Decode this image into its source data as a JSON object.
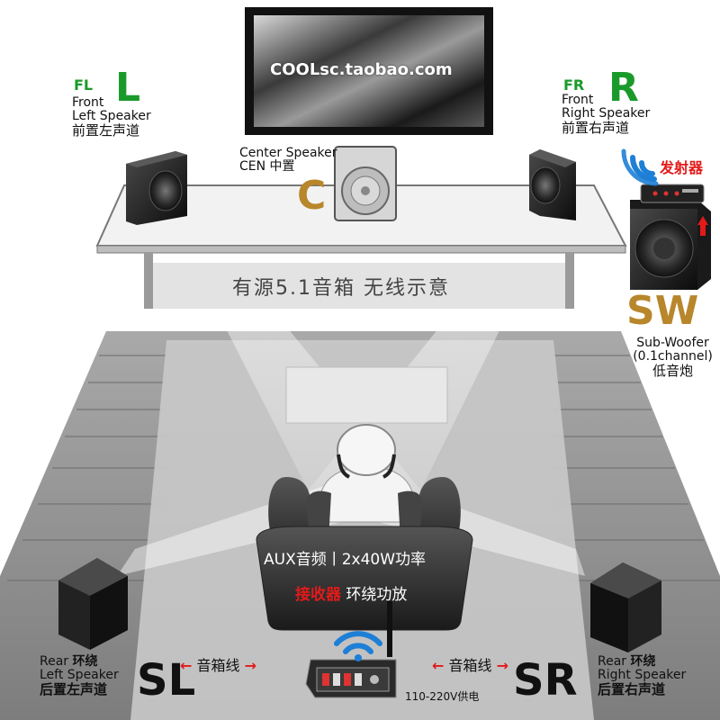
{
  "tv": {
    "screen_text": "COOLsc.taobao.com"
  },
  "center": {
    "line1": "Center Speaker",
    "line2_en": "CEN",
    "line2_cn": "中置",
    "letter": "C"
  },
  "front_left": {
    "abbr": "FL",
    "letter": "L",
    "line1": "Front",
    "line2": "Left Speaker",
    "line3": "前置左声道"
  },
  "front_right": {
    "abbr": "FR",
    "letter": "R",
    "line1": "Front",
    "line2": "Right Speaker",
    "line3": "前置右声道"
  },
  "transmitter": {
    "label": "发射器"
  },
  "subwoofer": {
    "letter": "SW",
    "line1": "Sub-Woofer",
    "line2": "(0.1channel)",
    "line3": "低音炮"
  },
  "banner": {
    "text": "有源5.1音箱 无线示意"
  },
  "sofa": {
    "line1": "AUX音频丨2x40W功率",
    "line2_red": "接收器",
    "line2_rest": "环绕功放"
  },
  "rear_left": {
    "line1_en": "Rear",
    "line1_cn": "环绕",
    "line2": "Left Speaker",
    "line3": "后置左声道",
    "letter": "SL"
  },
  "rear_right": {
    "line1_en": "Rear",
    "line1_cn": "环绕",
    "line2": "Right Speaker",
    "line3": "后置右声道",
    "letter": "SR"
  },
  "wires": {
    "left_label": "音箱线",
    "right_label": "音箱线",
    "arrow_left": "←",
    "arrow_right": "→"
  },
  "receiver": {
    "power_label": "110-220V供电"
  },
  "colors": {
    "green": "#1a9a2a",
    "gold": "#b8862b",
    "red": "#e21a1a",
    "wifi_blue": "#1e7fd6",
    "floor": "#8c8c8c"
  },
  "icons": [
    "wifi-icon",
    "speaker-icon",
    "subwoofer-icon",
    "receiver-icon",
    "tv-icon",
    "person-icon",
    "sofa-icon"
  ]
}
